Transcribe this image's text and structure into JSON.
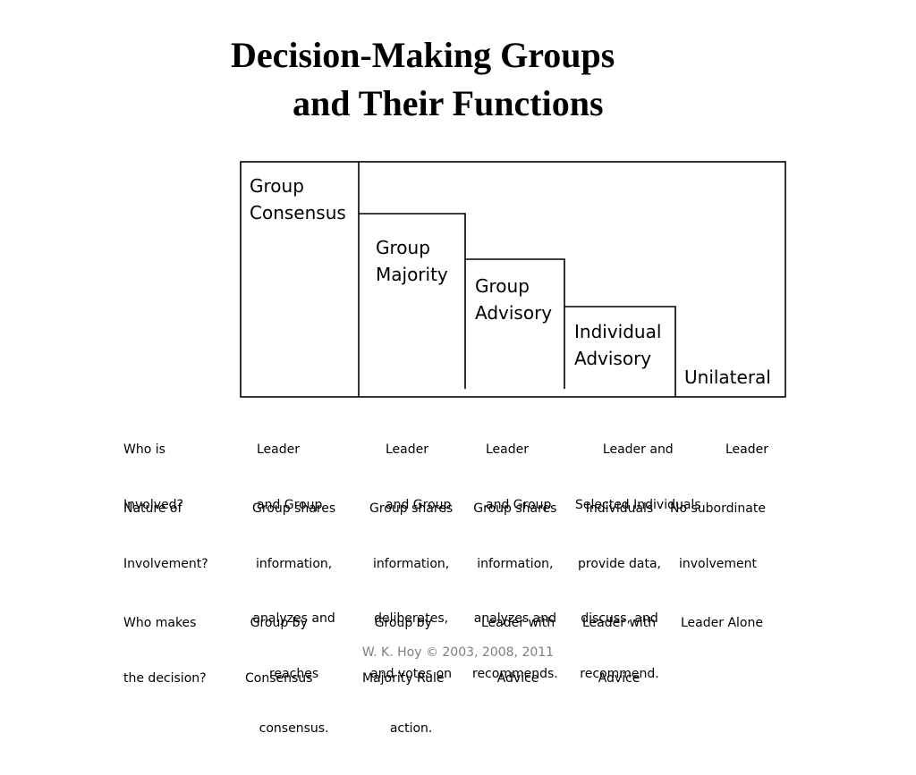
{
  "title": {
    "line1": "Decision-Making Groups",
    "line2": "and Their Functions"
  },
  "steps": [
    {
      "line1": "Group",
      "line2": "Consensus"
    },
    {
      "line1": "Group",
      "line2": "Majority"
    },
    {
      "line1": "Group",
      "line2": "Advisory"
    },
    {
      "line1": "Individual",
      "line2": "Advisory"
    },
    {
      "line1": "Unilateral",
      "line2": ""
    }
  ],
  "rows": {
    "who_involved": {
      "label": [
        "Who is",
        "Involved?"
      ],
      "cells": [
        [
          "Leader",
          "and Group"
        ],
        [
          "Leader",
          "and Group"
        ],
        [
          "Leader",
          "and Group"
        ],
        [
          "Leader and",
          "Selected Individuals"
        ],
        [
          "Leader"
        ]
      ]
    },
    "nature": {
      "label": [
        "Nature of",
        "Involvement?"
      ],
      "cells": [
        [
          "Group shares",
          "information,",
          "analyzes and",
          "reaches",
          "consensus."
        ],
        [
          "Group shares",
          "information,",
          "deliberates,",
          "and votes on",
          "action."
        ],
        [
          "Group shares",
          "information,",
          "analyzes and",
          "recommends."
        ],
        [
          "Individuals",
          "provide data,",
          "discuss, and",
          "recommend."
        ],
        [
          "No subordinate",
          "involvement"
        ]
      ]
    },
    "who_decides": {
      "label": [
        "Who makes",
        "the decision?"
      ],
      "cells": [
        [
          "Group by",
          "Consensus"
        ],
        [
          "Group by",
          "Majority Rule"
        ],
        [
          "Leader with",
          "Advice"
        ],
        [
          "Leader with",
          "Advice"
        ],
        [
          "Leader Alone"
        ]
      ]
    }
  },
  "footer": "W. K. Hoy © 2003, 2008, 2011"
}
